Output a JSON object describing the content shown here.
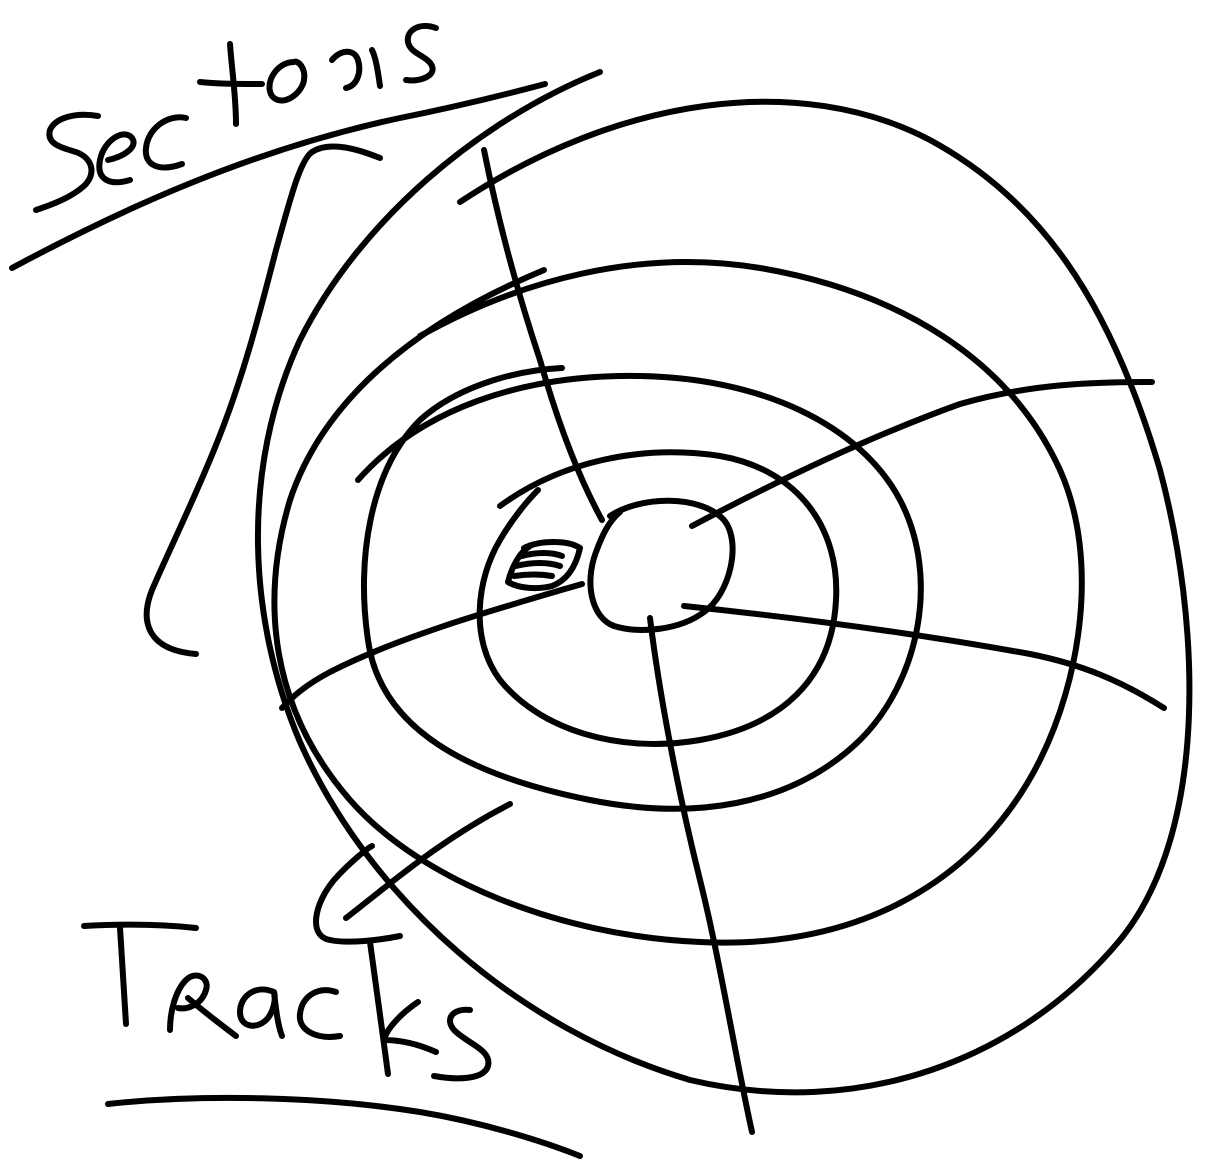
{
  "diagram": {
    "labels": {
      "sectors": "sectors",
      "tracks": "Tracks"
    },
    "tracks_count": 5,
    "ink_color": "#000000",
    "background_color": "#ffffff"
  }
}
